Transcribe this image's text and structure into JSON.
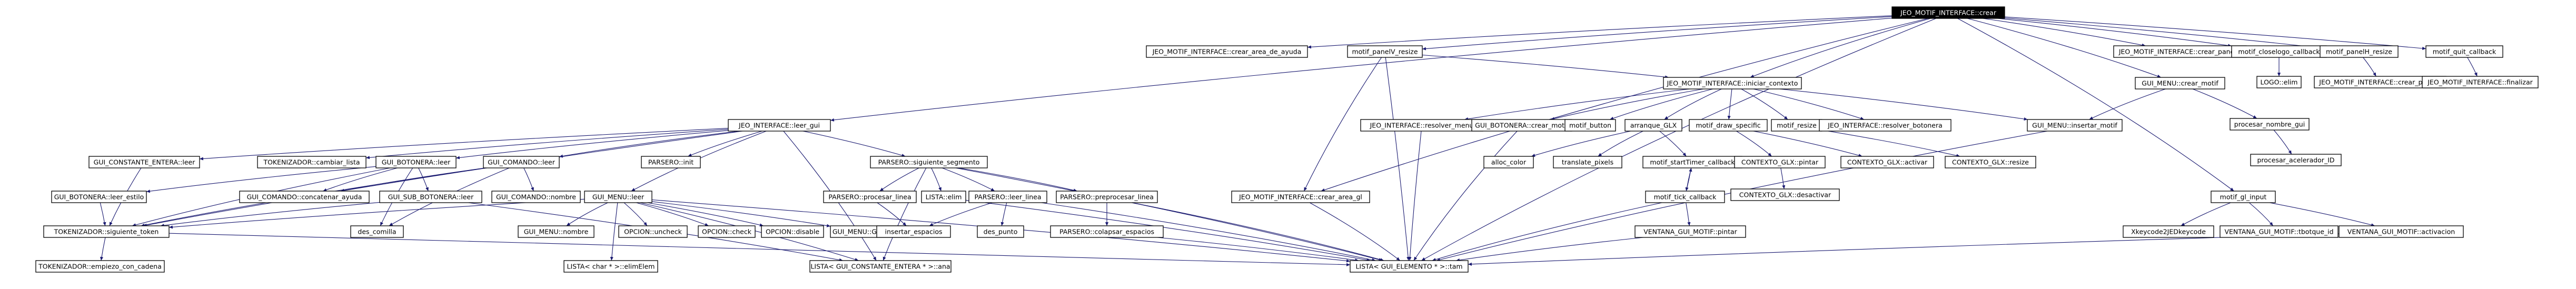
{
  "graph": {
    "colors": {
      "edge": "#191970",
      "node_border": "#000000",
      "root_fill": "#000000",
      "root_text": "#ffffff",
      "background": "#ffffff"
    },
    "root": "JEO_MOTIF_INTERFACE::crear",
    "nodes": [
      {
        "id": "root",
        "label": "JEO_MOTIF_INTERFACE::crear"
      },
      {
        "id": "crear_area_de_ayuda",
        "label": "JEO_MOTIF_INTERFACE::crear_area_de_ayuda"
      },
      {
        "id": "panel_resize",
        "label": "motif_panelV_resize"
      },
      {
        "id": "crear_panelH",
        "label": "JEO_MOTIF_INTERFACE::crear_panelH"
      },
      {
        "id": "closelogo",
        "label": "motif_closelogo_callback"
      },
      {
        "id": "panelh_resize",
        "label": "motif_panelH_resize"
      },
      {
        "id": "quit_callback",
        "label": "motif_quit_callback"
      },
      {
        "id": "logo_elim",
        "label": "LOGO::elim"
      },
      {
        "id": "crear_panelV",
        "label": "JEO_MOTIF_INTERFACE::crear_panelV"
      },
      {
        "id": "finalizar",
        "label": "JEO_MOTIF_INTERFACE::finalizar"
      },
      {
        "id": "iniciar_contexto",
        "label": "JEO_MOTIF_INTERFACE::iniciar_contexto"
      },
      {
        "id": "gui_menu_crear_motif",
        "label": "GUI_MENU::crear_motif"
      },
      {
        "id": "procesar_nombre_gui",
        "label": "procesar_nombre_gui"
      },
      {
        "id": "procesar_acelerador",
        "label": "procesar_acelerador_ID"
      },
      {
        "id": "leer_gui",
        "label": "JEO_INTERFACE::leer_gui"
      },
      {
        "id": "resolver_menu",
        "label": "JEO_INTERFACE::resolver_menu"
      },
      {
        "id": "botonera_crear_motif",
        "label": "GUI_BOTONERA::crear_motif"
      },
      {
        "id": "motif_button",
        "label": "motif_button"
      },
      {
        "id": "arranque_glx",
        "label": "arranque_GLX"
      },
      {
        "id": "draw_specific",
        "label": "motif_draw_specific"
      },
      {
        "id": "motif_resize",
        "label": "motif_resize"
      },
      {
        "id": "resolver_botonera",
        "label": "JEO_INTERFACE::resolver_botonera"
      },
      {
        "id": "menu_insertar_motif",
        "label": "GUI_MENU::insertar_motif"
      },
      {
        "id": "constante_entera_leer",
        "label": "GUI_CONSTANTE_ENTERA::leer"
      },
      {
        "id": "tok_cambiar_lista",
        "label": "TOKENIZADOR::cambiar_lista"
      },
      {
        "id": "botonera_leer",
        "label": "GUI_BOTONERA::leer"
      },
      {
        "id": "comando_leer",
        "label": "GUI_COMANDO::leer"
      },
      {
        "id": "parsero_init",
        "label": "PARSERO::init"
      },
      {
        "id": "parsero_sig_seg",
        "label": "PARSERO::siguiente_segmento"
      },
      {
        "id": "alloc_color",
        "label": "alloc_color"
      },
      {
        "id": "translate_pixels",
        "label": "translate_pixels"
      },
      {
        "id": "startTimer",
        "label": "motif_startTimer_callback"
      },
      {
        "id": "ctx_pintar",
        "label": "CONTEXTO_GLX::pintar"
      },
      {
        "id": "ctx_activar",
        "label": "CONTEXTO_GLX::activar"
      },
      {
        "id": "ctx_resize",
        "label": "CONTEXTO_GLX::resize"
      },
      {
        "id": "ctx_desactivar",
        "label": "CONTEXTO_GLX::desactivar"
      },
      {
        "id": "tick_callback",
        "label": "motif_tick_callback"
      },
      {
        "id": "ventana_pintar",
        "label": "VENTANA_GUI_MOTIF::pintar"
      },
      {
        "id": "crear_area_gl",
        "label": "JEO_MOTIF_INTERFACE::crear_area_gl"
      },
      {
        "id": "gl_input",
        "label": "motif_gl_input"
      },
      {
        "id": "xkeycode",
        "label": "Xkeycode2JEDkeycode"
      },
      {
        "id": "ventana_tbl",
        "label": "VENTANA_GUI_MOTIF::tbotque_id"
      },
      {
        "id": "ventana_activacion",
        "label": "VENTANA_GUI_MOTIF::activacion"
      },
      {
        "id": "botonera_leer_estilo",
        "label": "GUI_BOTONERA::leer_estilo"
      },
      {
        "id": "comando_concat",
        "label": "GUI_COMANDO::concatenar_ayuda"
      },
      {
        "id": "sub_botonera_leer",
        "label": "GUI_SUB_BOTONERA::leer"
      },
      {
        "id": "comando_nombre",
        "label": "GUI_COMANDO::nombre"
      },
      {
        "id": "gui_menu_leer",
        "label": "GUI_MENU::leer"
      },
      {
        "id": "tok_siguiente",
        "label": "TOKENIZADOR::siguiente_token"
      },
      {
        "id": "des_comilla",
        "label": "des_comilla"
      },
      {
        "id": "menu_nombre",
        "label": "GUI_MENU::nombre"
      },
      {
        "id": "opcion_uncheck",
        "label": "OPCION::uncheck"
      },
      {
        "id": "opcion_check",
        "label": "OPCION::check"
      },
      {
        "id": "opcion_disable",
        "label": "OPCION::disable"
      },
      {
        "id": "menu_gui_menu",
        "label": "GUI_MENU::GUI_MENU"
      },
      {
        "id": "lista_constante",
        "label": "LISTA< GUI_CONSTANTE_ENTERA * >::ana"
      },
      {
        "id": "parsero_procesar_linea",
        "label": "PARSERO::procesar_linea"
      },
      {
        "id": "lista_elim",
        "label": "LISTA::elim"
      },
      {
        "id": "parsero_leer_linea",
        "label": "PARSERO::leer_linea"
      },
      {
        "id": "parsero_preprocesar",
        "label": "PARSERO::preprocesar_linea"
      },
      {
        "id": "insertar_espacios",
        "label": "insertar_espacios"
      },
      {
        "id": "des_punto",
        "label": "des_punto"
      },
      {
        "id": "parsero_colapsar",
        "label": "PARSERO::colapsar_espacios"
      },
      {
        "id": "tok_empiezo",
        "label": "TOKENIZADOR::empiezo_con_cadena"
      },
      {
        "id": "lista_char",
        "label": "LISTA< char * >::elimElem"
      },
      {
        "id": "lista_elemento",
        "label": "LISTA< GUI_ELEMENTO * >::tam"
      }
    ],
    "edges": [
      [
        "root",
        "crear_area_de_ayuda"
      ],
      [
        "root",
        "panel_resize"
      ],
      [
        "root",
        "crear_panelH"
      ],
      [
        "root",
        "closelogo"
      ],
      [
        "root",
        "panelh_resize"
      ],
      [
        "root",
        "quit_callback"
      ],
      [
        "root",
        "leer_gui"
      ],
      [
        "root",
        "iniciar_contexto"
      ],
      [
        "root",
        "gui_menu_crear_motif"
      ],
      [
        "root",
        "gl_input"
      ],
      [
        "root",
        "crear_area_gl"
      ],
      [
        "root",
        "lista_elemento"
      ],
      [
        "closelogo",
        "logo_elim"
      ],
      [
        "panelh_resize",
        "crear_panelV"
      ],
      [
        "quit_callback",
        "finalizar"
      ],
      [
        "panel_resize",
        "iniciar_contexto"
      ],
      [
        "panel_resize",
        "crear_area_gl"
      ],
      [
        "panel_resize",
        "lista_elemento"
      ],
      [
        "gui_menu_crear_motif",
        "procesar_nombre_gui"
      ],
      [
        "gui_menu_crear_motif",
        "menu_insertar_motif"
      ],
      [
        "procesar_nombre_gui",
        "procesar_acelerador"
      ],
      [
        "iniciar_contexto",
        "resolver_menu"
      ],
      [
        "iniciar_contexto",
        "botonera_crear_motif"
      ],
      [
        "iniciar_contexto",
        "motif_button"
      ],
      [
        "iniciar_contexto",
        "arranque_glx"
      ],
      [
        "iniciar_contexto",
        "draw_specific"
      ],
      [
        "iniciar_contexto",
        "motif_resize"
      ],
      [
        "iniciar_contexto",
        "resolver_botonera"
      ],
      [
        "iniciar_contexto",
        "menu_insertar_motif"
      ],
      [
        "arranque_glx",
        "alloc_color"
      ],
      [
        "arranque_glx",
        "translate_pixels"
      ],
      [
        "arranque_glx",
        "startTimer"
      ],
      [
        "draw_specific",
        "ctx_pintar"
      ],
      [
        "draw_specific",
        "ctx_activar"
      ],
      [
        "motif_resize",
        "ctx_resize"
      ],
      [
        "ctx_pintar",
        "ctx_desactivar"
      ],
      [
        "startTimer",
        "tick_callback"
      ],
      [
        "tick_callback",
        "startTimer"
      ],
      [
        "tick_callback",
        "ventana_pintar"
      ],
      [
        "tick_callback",
        "lista_elemento"
      ],
      [
        "ventana_pintar",
        "lista_elemento"
      ],
      [
        "resolver_menu",
        "lista_elemento"
      ],
      [
        "botonera_crear_motif",
        "lista_elemento"
      ],
      [
        "menu_insertar_motif",
        "lista_elemento"
      ],
      [
        "gl_input",
        "xkeycode"
      ],
      [
        "gl_input",
        "ventana_tbl"
      ],
      [
        "gl_input",
        "ventana_activacion"
      ],
      [
        "ventana_activacion",
        "lista_elemento"
      ],
      [
        "crear_area_gl",
        "lista_elemento"
      ],
      [
        "leer_gui",
        "constante_entera_leer"
      ],
      [
        "leer_gui",
        "tok_cambiar_lista"
      ],
      [
        "leer_gui",
        "botonera_leer"
      ],
      [
        "leer_gui",
        "comando_leer"
      ],
      [
        "leer_gui",
        "parsero_init"
      ],
      [
        "leer_gui",
        "parsero_sig_seg"
      ],
      [
        "leer_gui",
        "gui_menu_leer"
      ],
      [
        "leer_gui",
        "lista_constante"
      ],
      [
        "leer_gui",
        "tok_siguiente"
      ],
      [
        "constante_entera_leer",
        "tok_siguiente"
      ],
      [
        "botonera_leer",
        "botonera_leer_estilo"
      ],
      [
        "botonera_leer",
        "comando_concat"
      ],
      [
        "botonera_leer",
        "sub_botonera_leer"
      ],
      [
        "botonera_leer",
        "des_comilla"
      ],
      [
        "botonera_leer",
        "tok_siguiente"
      ],
      [
        "comando_leer",
        "comando_concat"
      ],
      [
        "comando_leer",
        "comando_nombre"
      ],
      [
        "comando_leer",
        "des_comilla"
      ],
      [
        "comando_leer",
        "tok_siguiente"
      ],
      [
        "sub_botonera_leer",
        "tok_siguiente"
      ],
      [
        "sub_botonera_leer",
        "lista_constante"
      ],
      [
        "botonera_leer_estilo",
        "tok_siguiente"
      ],
      [
        "gui_menu_leer",
        "menu_nombre"
      ],
      [
        "gui_menu_leer",
        "opcion_uncheck"
      ],
      [
        "gui_menu_leer",
        "opcion_check"
      ],
      [
        "gui_menu_leer",
        "opcion_disable"
      ],
      [
        "gui_menu_leer",
        "menu_gui_menu"
      ],
      [
        "gui_menu_leer",
        "lista_constante"
      ],
      [
        "gui_menu_leer",
        "tok_siguiente"
      ],
      [
        "gui_menu_leer",
        "lista_char"
      ],
      [
        "gui_menu_leer",
        "lista_elemento"
      ],
      [
        "tok_siguiente",
        "tok_empiezo"
      ],
      [
        "tok_siguiente",
        "lista_elemento"
      ],
      [
        "parsero_sig_seg",
        "parsero_procesar_linea"
      ],
      [
        "parsero_sig_seg",
        "lista_elim"
      ],
      [
        "parsero_sig_seg",
        "parsero_leer_linea"
      ],
      [
        "parsero_sig_seg",
        "parsero_preprocesar"
      ],
      [
        "parsero_sig_seg",
        "lista_constante"
      ],
      [
        "parsero_sig_seg",
        "lista_elemento"
      ],
      [
        "parsero_procesar_linea",
        "insertar_espacios"
      ],
      [
        "parsero_leer_linea",
        "insertar_espacios"
      ],
      [
        "parsero_leer_linea",
        "des_punto"
      ],
      [
        "parsero_leer_linea",
        "lista_elemento"
      ],
      [
        "parsero_preprocesar",
        "parsero_colapsar"
      ],
      [
        "parsero_preprocesar",
        "lista_elemento"
      ],
      [
        "parsero_colapsar",
        "lista_elemento"
      ],
      [
        "lista_elim",
        "lista_elemento"
      ]
    ]
  }
}
